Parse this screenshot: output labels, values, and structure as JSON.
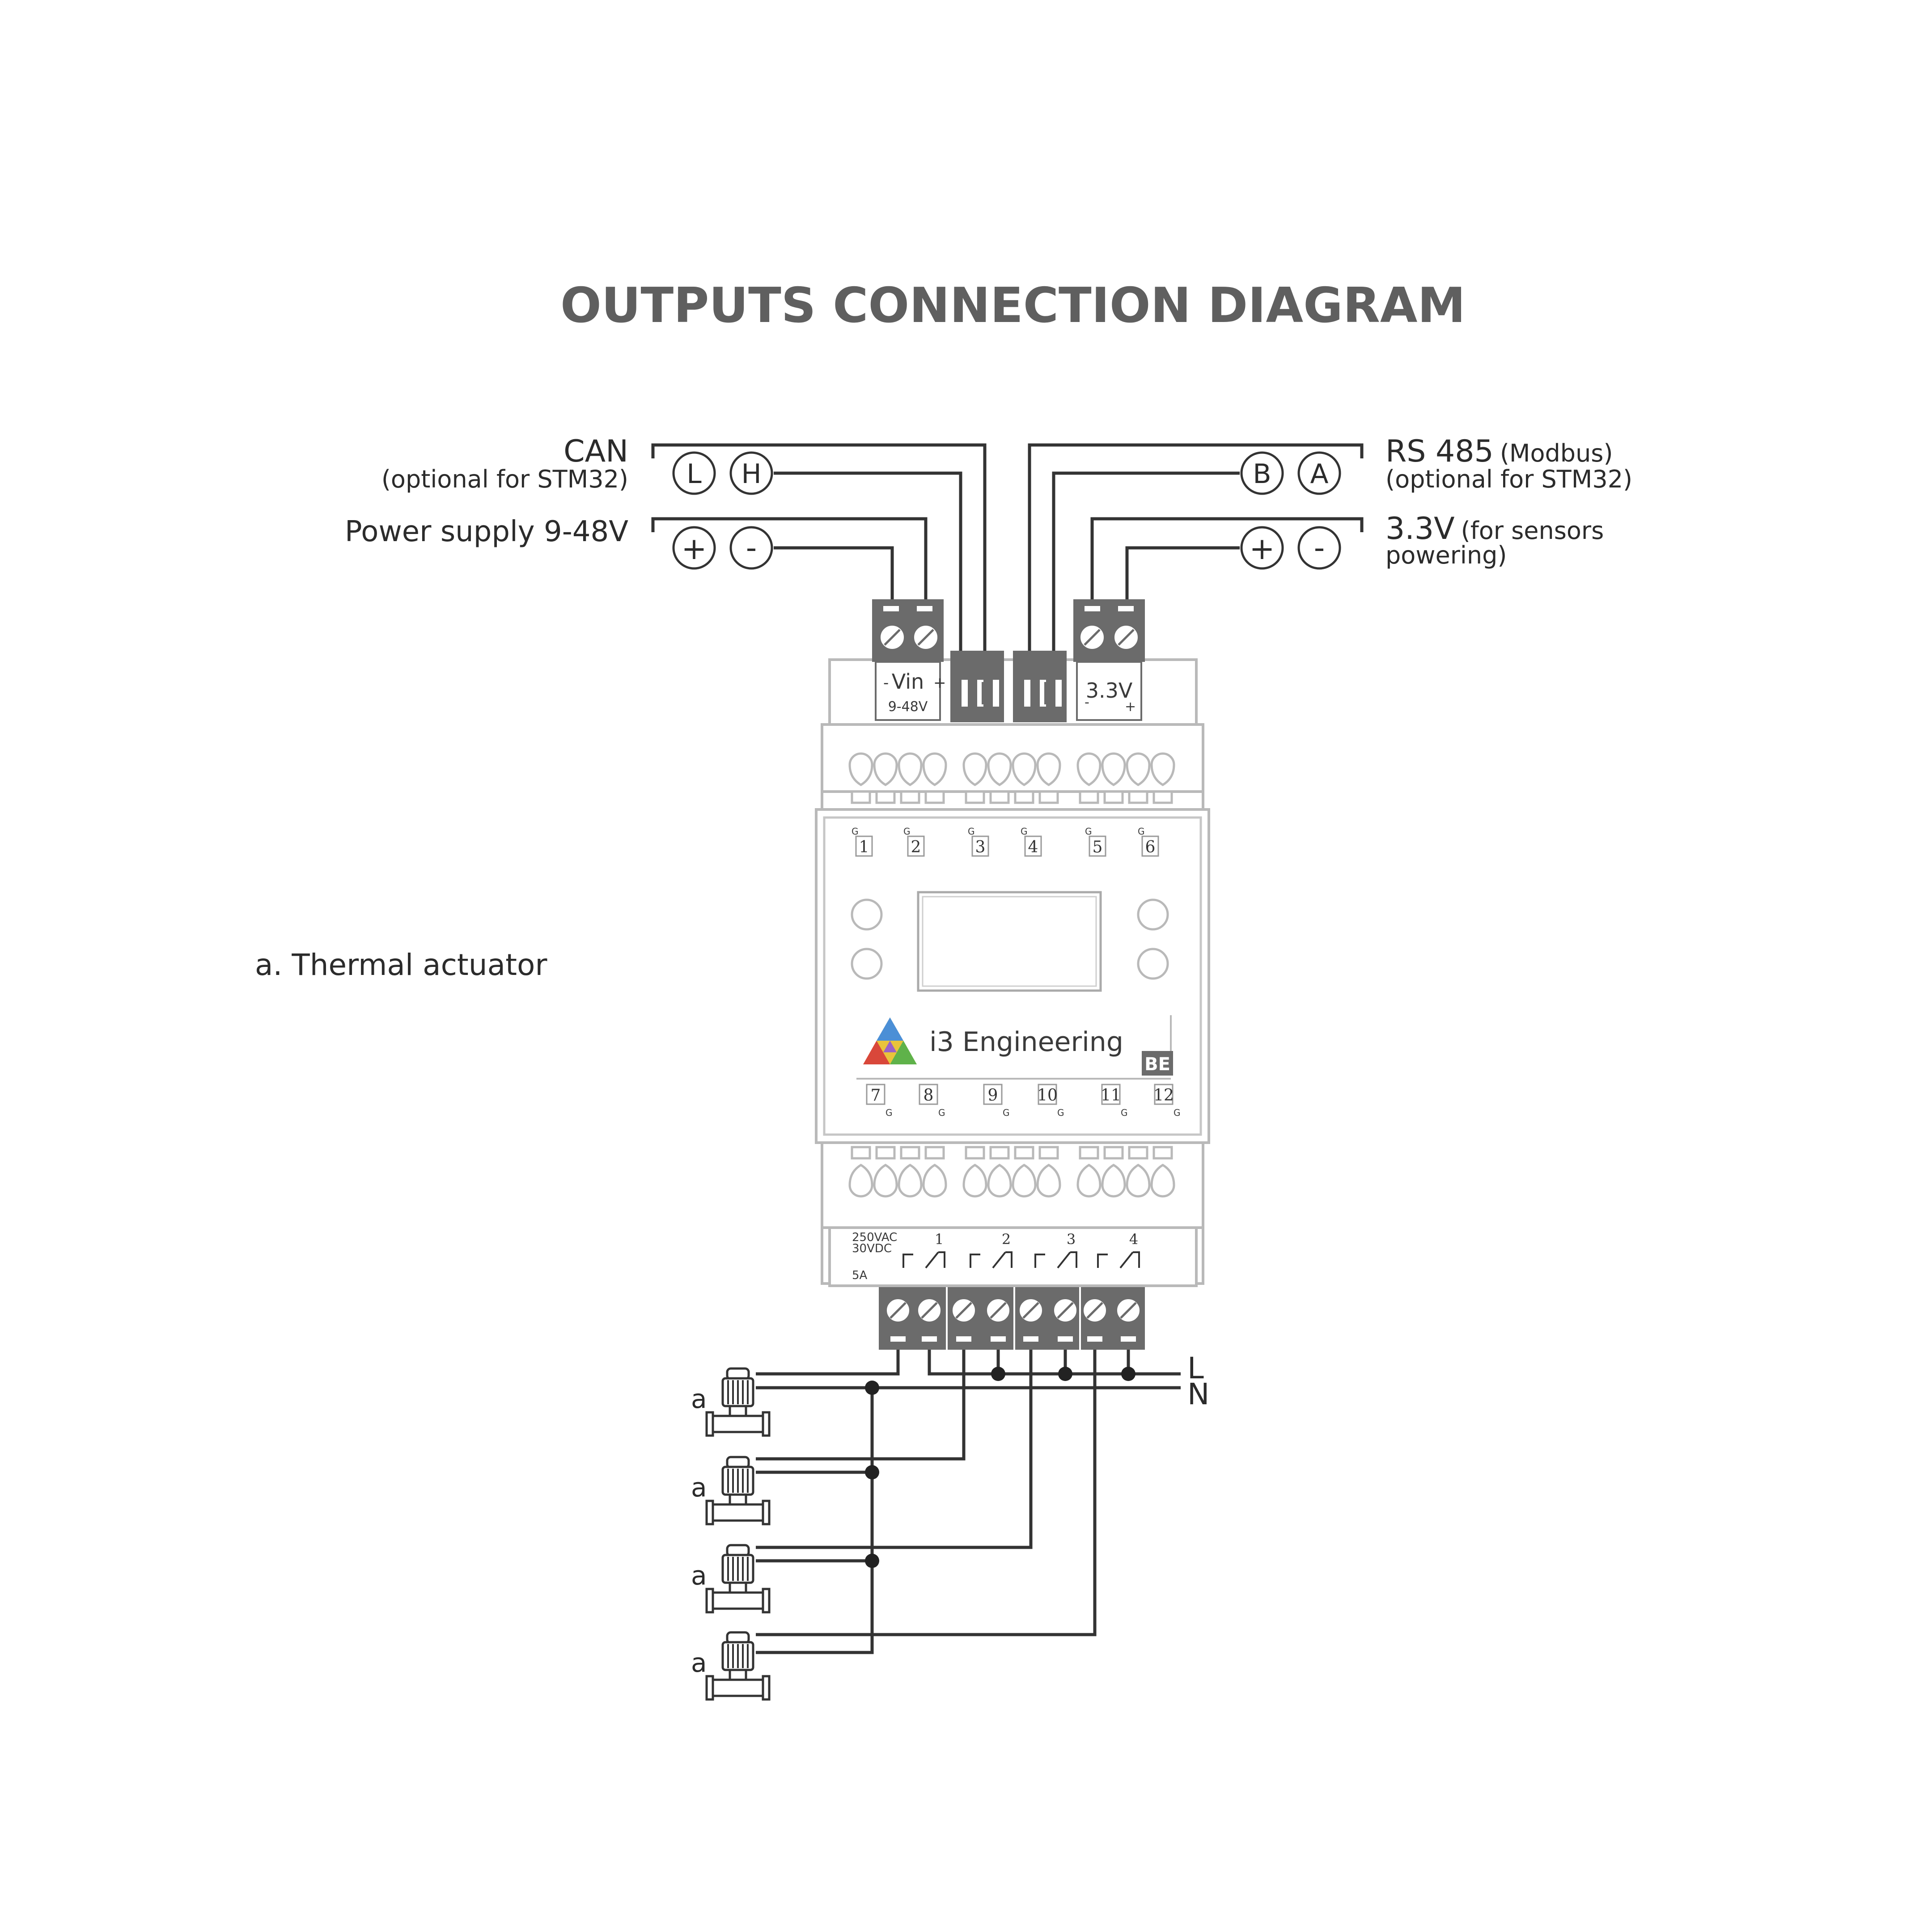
{
  "title": "OUTPUTS CONNECTION DIAGRAM",
  "left_labels": {
    "can": "CAN",
    "can_note": "(optional for STM32)",
    "power": "Power supply 9-48V",
    "can_l": "L",
    "can_h": "H",
    "pwr_plus": "+",
    "pwr_minus": "-"
  },
  "right_labels": {
    "rs485": "RS 485",
    "rs485_proto": "(Modbus)",
    "rs485_note": "(optional for STM32)",
    "v33": "3.3V",
    "v33_note1": "(for sensors",
    "v33_note2": "powering)",
    "rs_b": "B",
    "rs_a": "A",
    "v33_plus": "+",
    "v33_minus": "-"
  },
  "module": {
    "vin_label": "Vin",
    "vin_range": "9-48V",
    "vin_minus": "-",
    "vin_plus": "+",
    "v33_label": "3.3V",
    "v33_minus": "-",
    "v33_plus": "+",
    "top_channels": [
      "1",
      "2",
      "3",
      "4",
      "5",
      "6"
    ],
    "bottom_channels": [
      "7",
      "8",
      "9",
      "10",
      "11",
      "12"
    ],
    "g_mark": "G",
    "brand": "i3 Engineering",
    "badge": "BE",
    "relay_rating_1": "250VAC",
    "relay_rating_2": "30VDC",
    "relay_rating_3": "5A",
    "relay_numbers": [
      "1",
      "2",
      "3",
      "4"
    ]
  },
  "mains": {
    "l": "L",
    "n": "N"
  },
  "actuators": [
    "a",
    "a",
    "a",
    "a"
  ],
  "legend": "a. Thermal actuator",
  "colors": {
    "title": "#5f5f5f",
    "terminal": "#6b6b6b",
    "wire": "#333333",
    "outline": "#b9b9b9"
  }
}
